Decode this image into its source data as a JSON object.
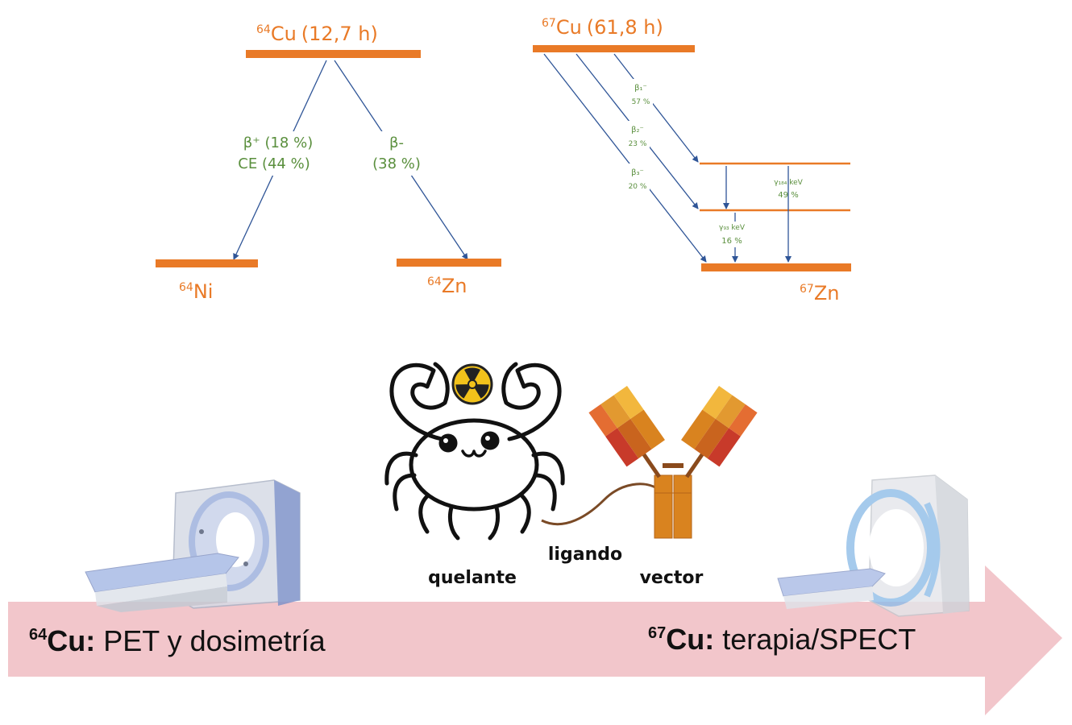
{
  "cu64_diagram": {
    "parent": {
      "mass": "64",
      "symbol": "Cu",
      "halflife": "(12,7 h)"
    },
    "branch_left": {
      "line1": "β⁺ (18 %)",
      "line2": "CE  (44 %)"
    },
    "branch_right": {
      "line1": "β-",
      "line2": "(38 %)"
    },
    "daughter_left": {
      "mass": "64",
      "symbol": "Ni"
    },
    "daughter_right": {
      "mass": "64",
      "symbol": "Zn"
    }
  },
  "cu67_diagram": {
    "parent": {
      "mass": "67",
      "symbol": "Cu",
      "halflife": "(61,8 h)"
    },
    "beta1": {
      "symbol": "β₁⁻",
      "pct": "57 %"
    },
    "beta2": {
      "symbol": "β₂⁻",
      "pct": "23 %"
    },
    "beta3": {
      "symbol": "β₃⁻",
      "pct": "20 %"
    },
    "gamma1": {
      "symbol": "γ₁₈₄ keV",
      "pct": "49 %"
    },
    "gamma2": {
      "symbol": "γ₉₃ keV",
      "pct": "16 %"
    },
    "daughter": {
      "mass": "67",
      "symbol": "Zn"
    }
  },
  "components": {
    "chelator": "quelante",
    "linker": "ligando",
    "vector": "vector"
  },
  "arrow": {
    "left": {
      "mass": "64",
      "symbol": "Cu:",
      "text": "PET y dosimetría"
    },
    "right": {
      "mass": "67",
      "symbol": "Cu:",
      "text": "terapia/SPECT"
    }
  },
  "icons": [
    "pet-scanner-icon",
    "crab-chelator-icon",
    "radiation-icon",
    "antibody-icon",
    "spect-scanner-icon"
  ],
  "colors": {
    "orange": "#e97a27",
    "green": "#5a8f3d",
    "arrow_pink": "#f2c6cb",
    "radiation_yellow": "#f2c21b"
  }
}
